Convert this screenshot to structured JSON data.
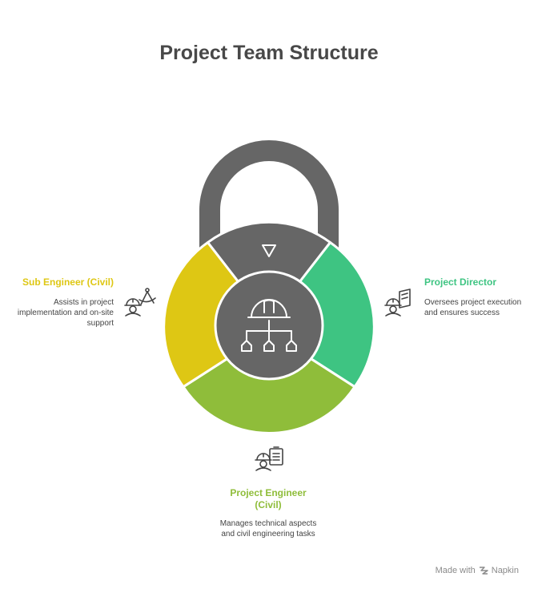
{
  "title": "Project Team Structure",
  "colors": {
    "shackle": "#666666",
    "top": "#666666",
    "left": "#dec714",
    "right": "#3ec482",
    "bottom": "#8fbd3a",
    "center": "#666666"
  },
  "roles": {
    "left": {
      "name": "Sub Engineer (Civil)",
      "description": "Assists in project implementation and on-site support",
      "icon": "engineer-with-compass-icon"
    },
    "right": {
      "name": "Project Director",
      "description": "Oversees project execution and ensures success",
      "icon": "engineer-with-blueprint-icon"
    },
    "bottom": {
      "name": "Project Engineer (Civil)",
      "description": "Manages technical aspects and civil engineering tasks",
      "icon": "engineer-with-clipboard-icon"
    }
  },
  "center_icon": "hardhat-hierarchy-icon",
  "top_icon": "triangle-down-icon",
  "footer": {
    "text": "Made with",
    "brand": "Napkin"
  }
}
